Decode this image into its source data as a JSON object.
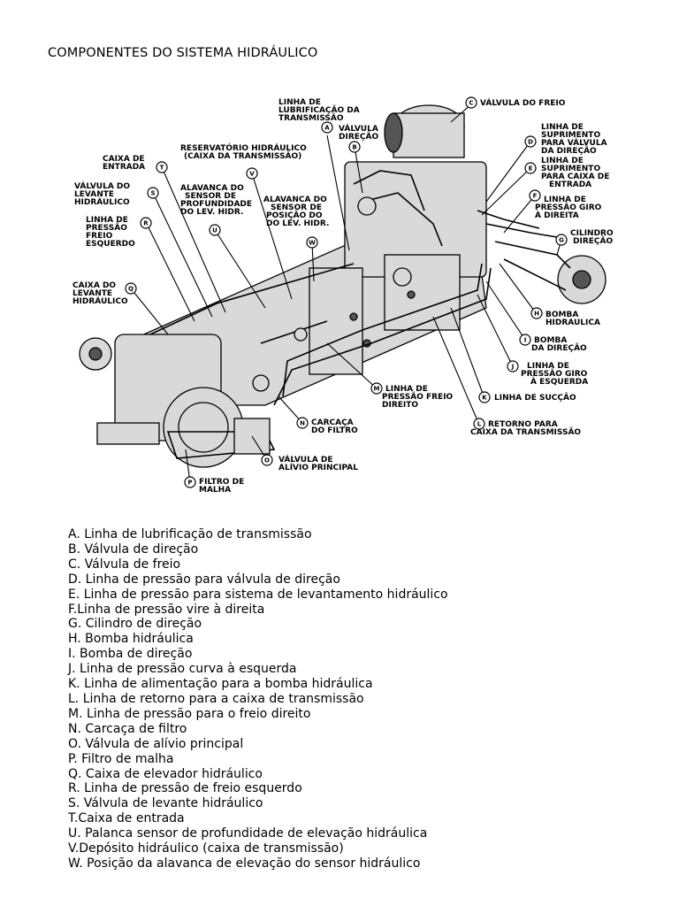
{
  "page": {
    "title": "COMPONENTES DO SISTEMA HIDRÁULICO"
  },
  "diagram": {
    "callouts": [
      {
        "letter": "A",
        "text": "LINHA DE LUBRIFICAÇÃO DA TRANSMISSÃO"
      },
      {
        "letter": "B",
        "text": "VÁLVULA DIREÇÃO"
      },
      {
        "letter": "C",
        "text": "VÁLVULA DO FREIO"
      },
      {
        "letter": "D",
        "text": "LINHA DE SUPRIMENTO PARA VÁLVULA DA DIREÇÃO"
      },
      {
        "letter": "E",
        "text": "LINHA DE SUPRIMENTO PARA CAIXA DE ENTRADA"
      },
      {
        "letter": "F",
        "text": "LINHA DE PRESSÃO GIRO À DIREITA"
      },
      {
        "letter": "G",
        "text": "CILINDRO DIREÇÃO"
      },
      {
        "letter": "H",
        "text": "BOMBA HIDRÁULICA"
      },
      {
        "letter": "I",
        "text": "BOMBA DA DIREÇÃO"
      },
      {
        "letter": "J",
        "text": "LINHA DE PRESSÃO GIRO À ESQUERDA"
      },
      {
        "letter": "K",
        "text": "LINHA DE SUCÇÃO"
      },
      {
        "letter": "L",
        "text": "RETORNO PARA CAIXA DA TRANSMISSÃO"
      },
      {
        "letter": "M",
        "text": "LINHA DE PRESSÃO FREIO DIREITO"
      },
      {
        "letter": "N",
        "text": "CARCAÇA DO FILTRO"
      },
      {
        "letter": "O",
        "text": "VÁLVULA DE ALÍVIO PRINCIPAL"
      },
      {
        "letter": "P",
        "text": "FILTRO DE MALHA"
      },
      {
        "letter": "Q",
        "text": "CAIXA DO LEVANTE HIDRÁULICO"
      },
      {
        "letter": "R",
        "text": "LINHA DE PRESSÃO FREIO ESQUERDO"
      },
      {
        "letter": "S",
        "text": "VÁLVULA DO LEVANTE HIDRÁULICO"
      },
      {
        "letter": "T",
        "text": "CAIXA DE ENTRADA"
      },
      {
        "letter": "U",
        "text": "ALAVANCA DO SENSOR DE PROFUNDIDADE DO LEV. HIDR."
      },
      {
        "letter": "V",
        "text": "RESERVATÓRIO HIDRÁULICO (CAIXA DA TRANSMISSÃO)"
      },
      {
        "letter": "W",
        "text": "ALAVANCA DO SENSOR DE POSIÇÃO DO DO LEV. HIDR."
      }
    ]
  },
  "legend": [
    "A. Linha de lubrificação de transmissão",
    "B. Válvula de direção",
    "C. Válvula de freio",
    "D. Linha de pressão para válvula de direção",
    "E. Linha de pressão para sistema de levantamento hidráulico",
    "F.Linha de pressão vire à direita",
    "G. Cilindro de direção",
    "H. Bomba hidráulica",
    "I. Bomba de direção",
    "J. Linha de pressão curva à esquerda",
    "K. Linha de alimentação para a bomba hidráulica",
    "L. Linha de retorno para a caixa de transmissão",
    "M. Linha de pressão para o freio direito",
    "N. Carcaça de filtro",
    "O. Válvula de alívio principal",
    "P. Filtro de malha",
    "Q. Caixa de elevador hidráulico",
    "R. Linha de pressão de freio esquerdo",
    "S. Válvula de levante hidráulico",
    "T.Caixa de entrada",
    "U. Palanca sensor de profundidade de elevação hidráulica",
    "V.Depósito hidráulico (caixa de transmissão)",
    "W. Posição da alavanca de elevação do sensor hidráulico"
  ]
}
